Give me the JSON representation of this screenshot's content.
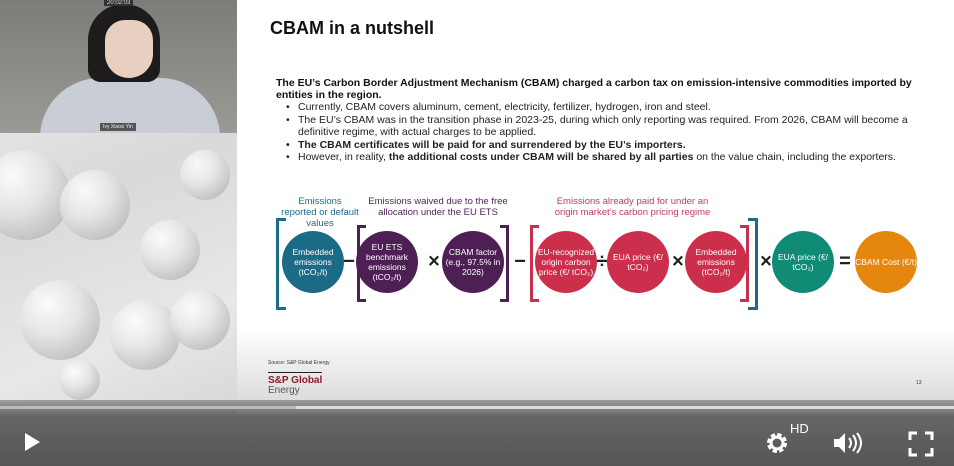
{
  "webcam": {
    "timestamp": "20:02:03",
    "name_tag": "Ivy Xiaoxi Yin"
  },
  "slide": {
    "title": "CBAM in a nutshell",
    "intro": "The EU’s Carbon Border Adjustment Mechanism (CBAM) charged a carbon tax on emission-intensive commodities imported by entities in the region.",
    "bullets": [
      "Currently, CBAM covers aluminum, cement, electricity, fertilizer, hydrogen, iron and steel.",
      "The EU’s CBAM was in the transition phase in 2023-25, during which only reporting was required. From 2026, CBAM will become a definitive regime, with actual charges to be applied.",
      "The CBAM certificates will be paid for and surrendered by the EU’s importers."
    ],
    "bullet4": {
      "pre": "However, in reality, ",
      "bold": "the additional costs under CBAM will be shared by all parties",
      "post": " on the value chain, including the exporters."
    },
    "captions": {
      "teal": "Emissions reported or default values",
      "purple": "Emissions waived due to the free allocation under the EU ETS",
      "red": "Emissions already paid for under an origin market’s carbon pricing regime"
    },
    "circles": [
      {
        "label": "Embedded emissions (tCO₂/t)",
        "color": "#1b6a86"
      },
      {
        "label": "EU ETS benchmark emissions (tCO₂/t)",
        "color": "#4e1f55"
      },
      {
        "label": "CBAM factor (e.g., 97.5% in 2026)",
        "color": "#4e1f55"
      },
      {
        "label": "EU-recognized origin carbon price (€/ tCO₂)",
        "color": "#cc2f4c"
      },
      {
        "label": "EUA price (€/ tCO₂)",
        "color": "#cc2f4c"
      },
      {
        "label": "Embedded emissions (tCO₂/t)",
        "color": "#cc2f4c"
      },
      {
        "label": "EUA price (€/ tCO₂)",
        "color": "#0f8b76"
      },
      {
        "label": "CBAM Cost (€/t)",
        "color": "#e5870e"
      }
    ],
    "operators": [
      "−",
      "×",
      "−",
      "÷",
      "×",
      "×",
      "="
    ],
    "source": "Source: S&P Global Energy",
    "logo": {
      "line1": "S&P Global",
      "line2": "Energy"
    },
    "page_number": "13"
  },
  "player": {
    "progress_percent": 31,
    "hd_label": "HD"
  }
}
